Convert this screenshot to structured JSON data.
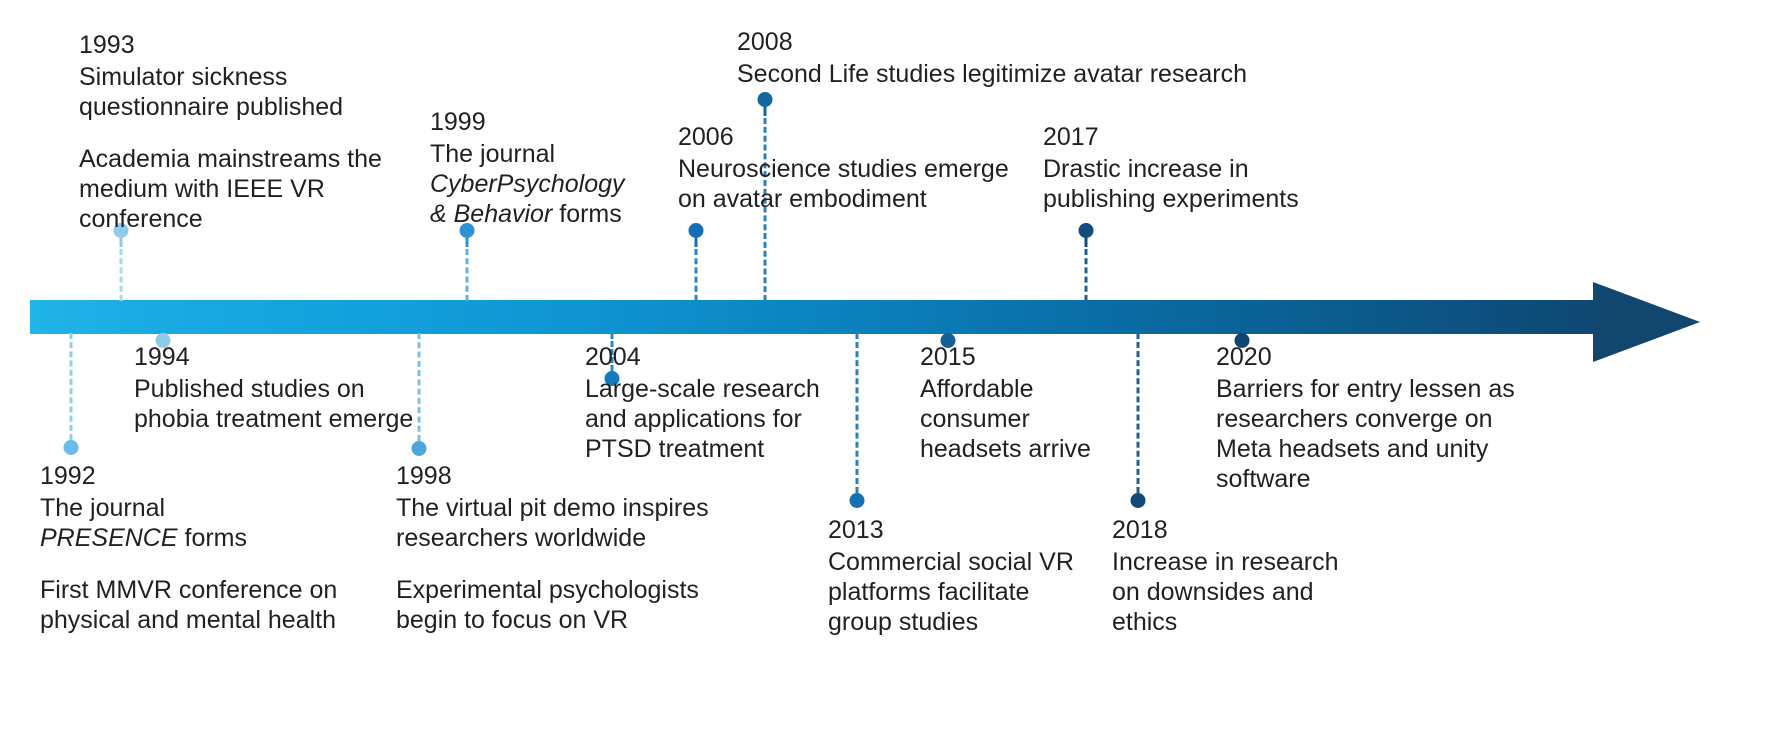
{
  "title": "History of VR research timeline",
  "axis": {
    "gradient_start": "#21b4e8",
    "gradient_end": "#0e4671",
    "arrow_color": "#11476e",
    "direction": "left-to-right"
  },
  "events": [
    {
      "id": "1992",
      "year": "1992",
      "side": "below",
      "dot_color": "#67bde8",
      "dash_color": "#8fcfe9",
      "lines": [
        "The journal",
        "PRESENCE forms"
      ],
      "italic_line_index": 1,
      "extra": "First MMVR conference on physical and mental health"
    },
    {
      "id": "1993",
      "year": "1993",
      "side": "above",
      "dot_color": "#8ecae9",
      "dash_color": "#a8d8ee",
      "lines": [
        "Simulator sickness",
        "questionnaire published"
      ],
      "italic_line_index": null,
      "extra": "Academia mainstreams the medium with IEEE VR conference"
    },
    {
      "id": "1994",
      "year": "1994",
      "side": "below",
      "dot_color": "#8ecae9",
      "dash_color": "#a8d8ee",
      "lines": [
        "Published studies on",
        "phobia treatment emerge"
      ],
      "italic_line_index": null,
      "extra": ""
    },
    {
      "id": "1998",
      "year": "1998",
      "side": "below",
      "dot_color": "#4ba7dd",
      "dash_color": "#79c2e4",
      "lines": [
        "The virtual pit demo inspires",
        "researchers worldwide"
      ],
      "italic_line_index": null,
      "extra": "Experimental psychologists begin to focus on VR"
    },
    {
      "id": "1999",
      "year": "1999",
      "side": "above",
      "dot_color": "#2f93d3",
      "dash_color": "#5fb3de",
      "lines": [
        "The journal",
        "CyberPsychology",
        "& Behavior forms"
      ],
      "italic_line_index": 1,
      "extra": ""
    },
    {
      "id": "2004",
      "year": "2004",
      "side": "below",
      "dot_color": "#1579be",
      "dash_color": "#2a87c7",
      "lines": [
        "Large-scale research",
        "and applications for",
        "PTSD treatment"
      ],
      "italic_line_index": null,
      "extra": ""
    },
    {
      "id": "2006",
      "year": "2006",
      "side": "above",
      "dot_color": "#1470b4",
      "dash_color": "#2a87c7",
      "lines": [
        "Neuroscience studies emerge",
        "on avatar embodiment"
      ],
      "italic_line_index": null,
      "extra": ""
    },
    {
      "id": "2008",
      "year": "2008",
      "side": "above",
      "dot_color": "#12679f",
      "dash_color": "#2a80bb",
      "lines": [
        "Second Life studies legitimize avatar research"
      ],
      "italic_line_index": null,
      "extra": ""
    },
    {
      "id": "2013",
      "year": "2013",
      "side": "below",
      "dot_color": "#1570ae",
      "dash_color": "#2a80bb",
      "lines": [
        "Commercial social VR",
        "platforms facilitate",
        "group studies"
      ],
      "italic_line_index": null,
      "extra": ""
    },
    {
      "id": "2015",
      "year": "2015",
      "side": "below",
      "dot_color": "#145f96",
      "dash_color": "#246f9f",
      "lines": [
        "Affordable",
        "consumer",
        "headsets arrive"
      ],
      "italic_line_index": null,
      "extra": ""
    },
    {
      "id": "2017",
      "year": "2017",
      "side": "above",
      "dot_color": "#124b7e",
      "dash_color": "#1f6191",
      "lines": [
        "Drastic increase in",
        "publishing experiments"
      ],
      "italic_line_index": null,
      "extra": ""
    },
    {
      "id": "2018",
      "year": "2018",
      "side": "below",
      "dot_color": "#114a79",
      "dash_color": "#1f6191",
      "lines": [
        "Increase in research",
        "on downsides and",
        "ethics"
      ],
      "italic_line_index": null,
      "extra": ""
    },
    {
      "id": "2020",
      "year": "2020",
      "side": "below",
      "dot_color": "#10456f",
      "dash_color": "#1d5684",
      "lines": [
        "Barriers for entry lessen as",
        "researchers converge on",
        "Meta headsets and unity",
        "software"
      ],
      "italic_line_index": null,
      "extra": ""
    }
  ]
}
